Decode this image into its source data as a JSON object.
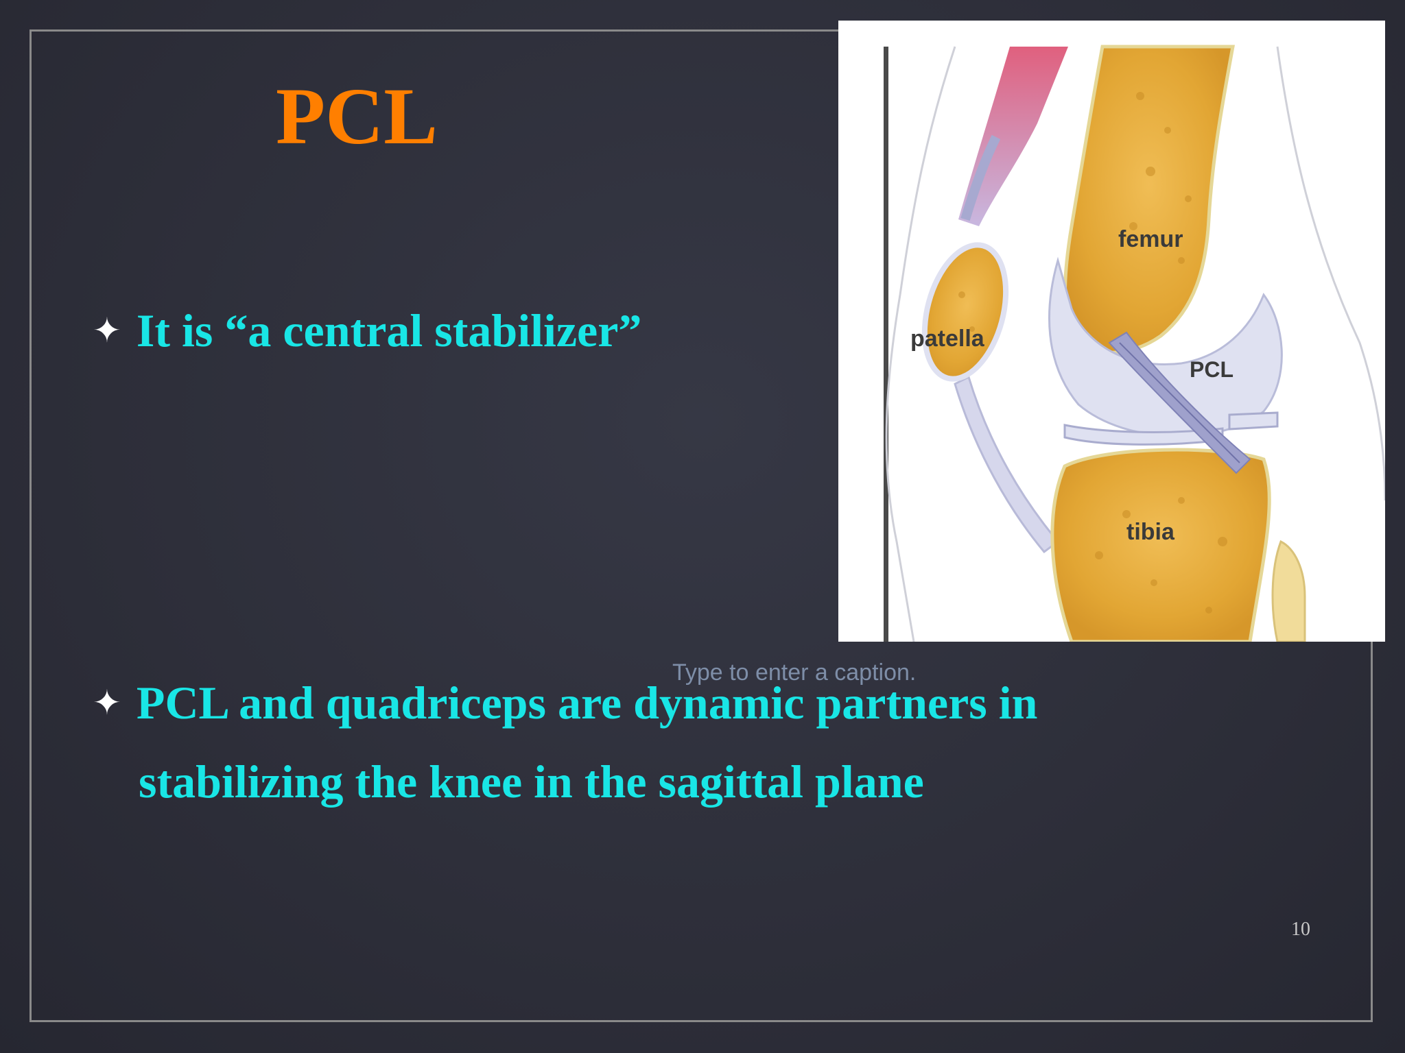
{
  "slide": {
    "title": "PCL",
    "bullets": [
      {
        "marker": "✦",
        "text": "It is  “a central stabilizer”"
      },
      {
        "marker": "✦",
        "line1": "PCL and quadriceps are dynamic partners in",
        "line2": "stabilizing the knee in the sagittal plane"
      }
    ],
    "figure": {
      "labels": {
        "femur": "femur",
        "patella": "patella",
        "pcl": "PCL",
        "tibia": "tibia"
      }
    },
    "caption_placeholder": "Type to enter a caption.",
    "slide_number": "10"
  },
  "colors": {
    "background": "#2e2f3a",
    "title": "#ff7f00",
    "bullet_text": "#19e6e6",
    "bone": "#e8b040",
    "cartilage": "#dde0f0",
    "ligament": "#9a9cc8",
    "muscle": "#e87a90"
  }
}
